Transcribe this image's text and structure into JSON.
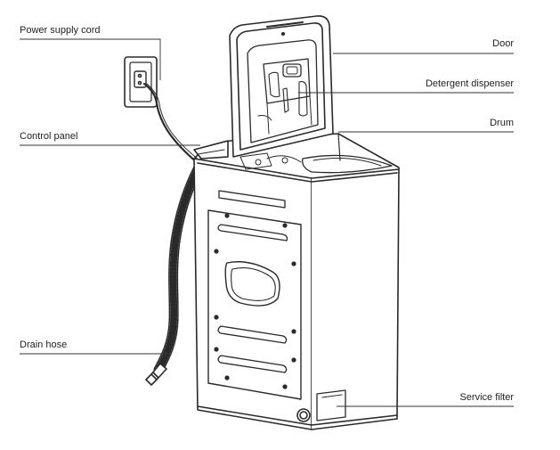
{
  "diagram": {
    "labels": {
      "power_supply_cord": "Power supply cord",
      "control_panel": "Control panel",
      "drain_hose": "Drain hose",
      "door": "Door",
      "detergent_dispenser": "Detergent dispenser",
      "drum": "Drum",
      "service_filter": "Service filter"
    },
    "colors": {
      "line": "#2a2a2a",
      "leader": "#333333",
      "fill": "#ffffff"
    }
  }
}
